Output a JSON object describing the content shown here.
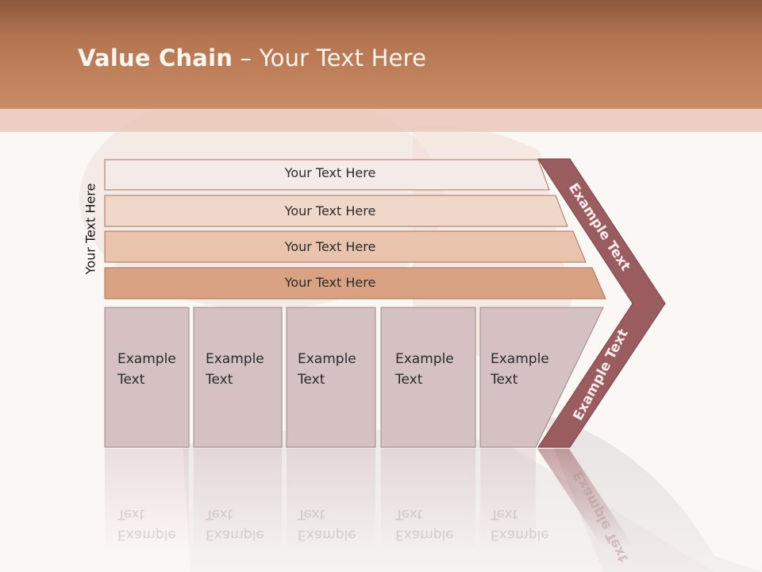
{
  "slide": {
    "title_bold": "Value Chain",
    "title_rest": " – Your Text Here",
    "side_label": "Your Text Here"
  },
  "bars": [
    {
      "label": "Your Text Here",
      "fill": "#f4ebe8"
    },
    {
      "label": "Your Text Here",
      "fill": "#efd8ca"
    },
    {
      "label": "Your Text Here",
      "fill": "#e9c3ac"
    },
    {
      "label": "Your Text Here",
      "fill": "#d9a283"
    }
  ],
  "boxes": [
    {
      "label": "Example\nText"
    },
    {
      "label": "Example\nText"
    },
    {
      "label": "Example\nText"
    },
    {
      "label": "Example\nText"
    },
    {
      "label": "Example\nText"
    }
  ],
  "chevron": {
    "upper_label": "Example Text",
    "lower_label": "Example Text",
    "fill": "#9b5c60"
  },
  "colors": {
    "header": "#b4744f",
    "box_fill": "#d6c1c2",
    "box_stroke": "#9c8a86",
    "bar_stroke": "#a9725a"
  }
}
